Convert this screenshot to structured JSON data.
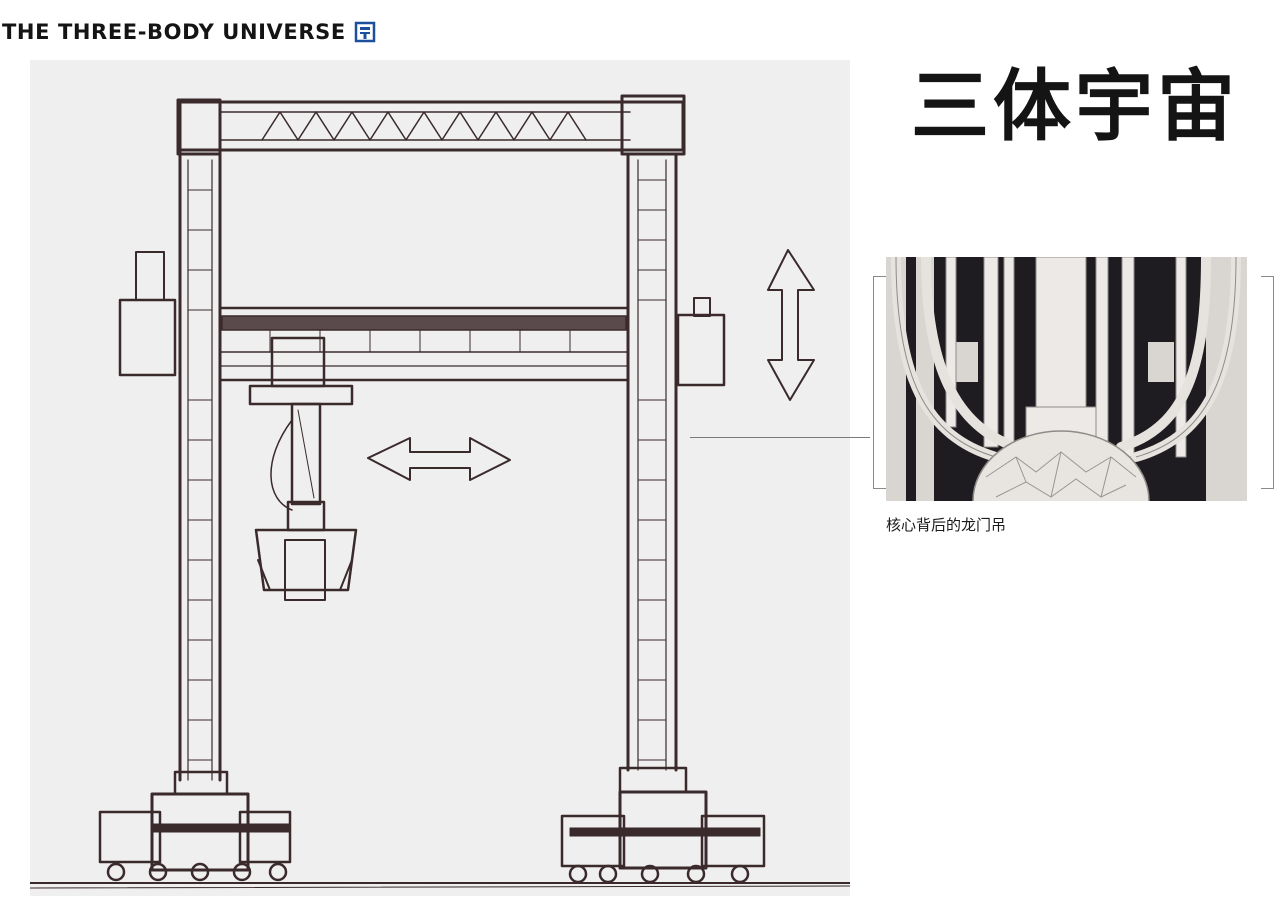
{
  "header": {
    "brand_text": "THE THREE-BODY UNIVERSE",
    "logo_icon": "three-body-logo-icon",
    "logo_color": "#1d4f9c"
  },
  "title": {
    "text": "三体宇宙"
  },
  "sketch": {
    "icon": "gantry-crane-sketch",
    "background": "#efefef",
    "ink": "#3a2a2c"
  },
  "reference": {
    "icon": "core-machinery-illustration",
    "caption": "核心背后的龙门吊"
  }
}
